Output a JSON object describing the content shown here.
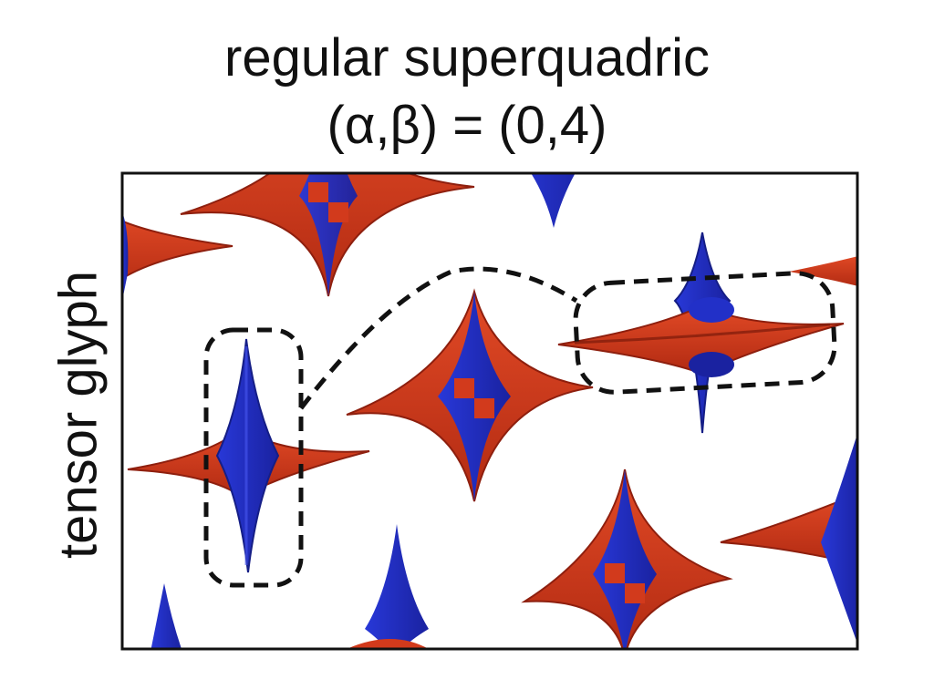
{
  "figure": {
    "title_line1": "regular superquadric",
    "title_line2": "(α,β) = (0,4)",
    "ylabel": "tensor glyph"
  },
  "colors": {
    "red": "#d23a1c",
    "red_dark": "#8e1f0e",
    "blue": "#2230c8",
    "blue_dark": "#151e86",
    "frame": "#111111",
    "highlight_dash": "#111111"
  },
  "glyphs": [
    {
      "name": "top-center-glyph",
      "kind": "astroid-4-color"
    },
    {
      "name": "top-middle-glyph",
      "kind": "astroid-4-color"
    },
    {
      "name": "left-edge-glyph",
      "kind": "astroid-partial"
    },
    {
      "name": "center-glyph",
      "kind": "astroid-4-color"
    },
    {
      "name": "left-vertical-glyph",
      "kind": "vertical-spike",
      "highlighted": true
    },
    {
      "name": "right-horizontal-glyph",
      "kind": "horizontal-spike",
      "highlighted": true
    },
    {
      "name": "bottom-center-glyph",
      "kind": "astroid-4-color"
    },
    {
      "name": "bottom-right-glyph",
      "kind": "astroid-partial"
    },
    {
      "name": "bottom-left-glyph",
      "kind": "astroid-partial"
    }
  ]
}
